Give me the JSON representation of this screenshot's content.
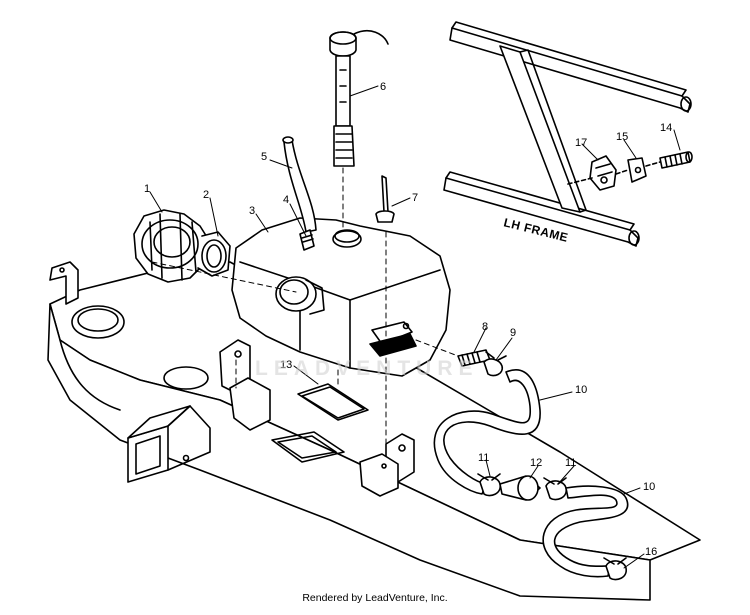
{
  "diagram": {
    "frame_label": "LH FRAME",
    "callouts": [
      {
        "id": "1",
        "text": "1"
      },
      {
        "id": "2",
        "text": "2"
      },
      {
        "id": "3",
        "text": "3"
      },
      {
        "id": "4",
        "text": "4"
      },
      {
        "id": "5",
        "text": "5"
      },
      {
        "id": "6",
        "text": "6"
      },
      {
        "id": "7",
        "text": "7"
      },
      {
        "id": "8",
        "text": "8"
      },
      {
        "id": "9",
        "text": "9"
      },
      {
        "id": "10a",
        "text": "10"
      },
      {
        "id": "10b",
        "text": "10"
      },
      {
        "id": "11a",
        "text": "11"
      },
      {
        "id": "11b",
        "text": "11"
      },
      {
        "id": "12",
        "text": "12"
      },
      {
        "id": "13",
        "text": "13"
      },
      {
        "id": "14",
        "text": "14"
      },
      {
        "id": "15",
        "text": "15"
      },
      {
        "id": "16",
        "text": "16"
      },
      {
        "id": "17",
        "text": "17"
      }
    ]
  },
  "watermark": "LEADVENTURE",
  "footer": "Rendered by LeadVenture, Inc."
}
